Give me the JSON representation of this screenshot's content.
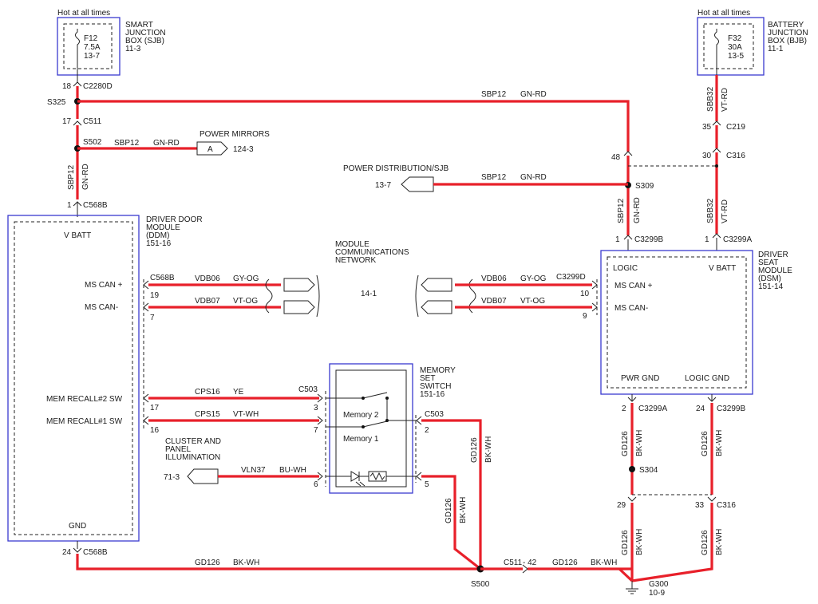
{
  "sjb": {
    "hot": "Hot at all times",
    "fuse": "F12",
    "rating": "7.5A",
    "ref": "13-7",
    "label": [
      "SMART",
      "JUNCTION",
      "BOX (SJB)",
      "11-3"
    ]
  },
  "bjb": {
    "hot": "Hot at all times",
    "fuse": "F32",
    "rating": "30A",
    "ref": "13-5",
    "label": [
      "BATTERY",
      "JUNCTION",
      "BOX (BJB)",
      "11-1"
    ]
  },
  "pins": {
    "p18": "18",
    "c2280d": "C2280D",
    "s325": "S325",
    "p17a": "17",
    "c511a": "C511",
    "s502": "S502",
    "p1a": "1",
    "c568b_top": "C568B",
    "p35": "35",
    "c219": "C219",
    "p30": "30",
    "c316_top": "C316",
    "p48": "48",
    "s309": "S309",
    "p1b": "1",
    "c3299b_top": "C3299B",
    "p1c": "1",
    "c3299a_top": "C3299A",
    "c568b_mid": "C568B",
    "p19": "19",
    "p7a": "7",
    "c3299d": "C3299D",
    "p10": "10",
    "p9": "9",
    "p17b": "17",
    "p16": "16",
    "c503a": "C503",
    "p3": "3",
    "p7b": "7",
    "p6": "6",
    "c503b": "C503",
    "p2a": "2",
    "p5": "5",
    "p24a": "24",
    "c568b_bot": "C568B",
    "p2b": "2",
    "c3299a_bot": "C3299A",
    "p24b": "24",
    "c3299b_bot": "C3299B",
    "s304": "S304",
    "p29": "29",
    "p33": "33",
    "c316_bot": "C316",
    "s500": "S500",
    "c511b": "C511",
    "dash42": "-  42",
    "g300": "G300",
    "g300ref": "10-9"
  },
  "wires": {
    "sbp12": "SBP12",
    "gnrd": "GN-RD",
    "sbb32": "SBB32",
    "vtrd": "VT-RD",
    "vdb06": "VDB06",
    "gyog": "GY-OG",
    "vdb07": "VDB07",
    "vtog": "VT-OG",
    "cps16": "CPS16",
    "ye": "YE",
    "cps15": "CPS15",
    "vtwh": "VT-WH",
    "vln37": "VLN37",
    "buwh": "BU-WH",
    "gd126": "GD126",
    "bkwh": "BK-WH"
  },
  "refs": {
    "power_mirrors": "POWER MIRRORS",
    "mirror_conn": "A",
    "mirror_ref": "124-3",
    "power_dist": "POWER DISTRIBUTION/SJB",
    "power_dist_ref": "13-7",
    "module_net": [
      "MODULE",
      "COMMUNICATIONS",
      "NETWORK"
    ],
    "net_ref": "14-1",
    "cluster": [
      "CLUSTER AND",
      "PANEL",
      "ILLUMINATION"
    ],
    "cluster_ref": "71-3"
  },
  "ddm": {
    "label": [
      "DRIVER DOOR",
      "MODULE",
      "(DDM)",
      "151-16"
    ],
    "vbatt": "V BATT",
    "mscan_p": "MS CAN +",
    "mscan_n": "MS CAN-",
    "mem2": "MEM RECALL#2 SW",
    "mem1": "MEM RECALL#1 SW",
    "gnd": "GND"
  },
  "dsm": {
    "label": [
      "DRIVER",
      "SEAT",
      "MODULE",
      "(DSM)",
      "151-14"
    ],
    "logic": "LOGIC",
    "vbatt": "V BATT",
    "mscan_p": "MS CAN +",
    "mscan_n": "MS CAN-",
    "pwr_gnd": "PWR GND",
    "logic_gnd": "LOGIC GND"
  },
  "switch": {
    "label": [
      "MEMORY",
      "SET",
      "SWITCH",
      "151-16"
    ],
    "memory2": "Memory 2",
    "memory1": "Memory 1"
  },
  "colors": {
    "wire": "#e8202a",
    "module_border": "#3a3ad0"
  },
  "icons": [
    "fuse-icon",
    "ground-icon",
    "led-icon",
    "resistor-icon",
    "connector-arrow-icon",
    "splice-dot-icon",
    "termination-resistor-icon"
  ]
}
